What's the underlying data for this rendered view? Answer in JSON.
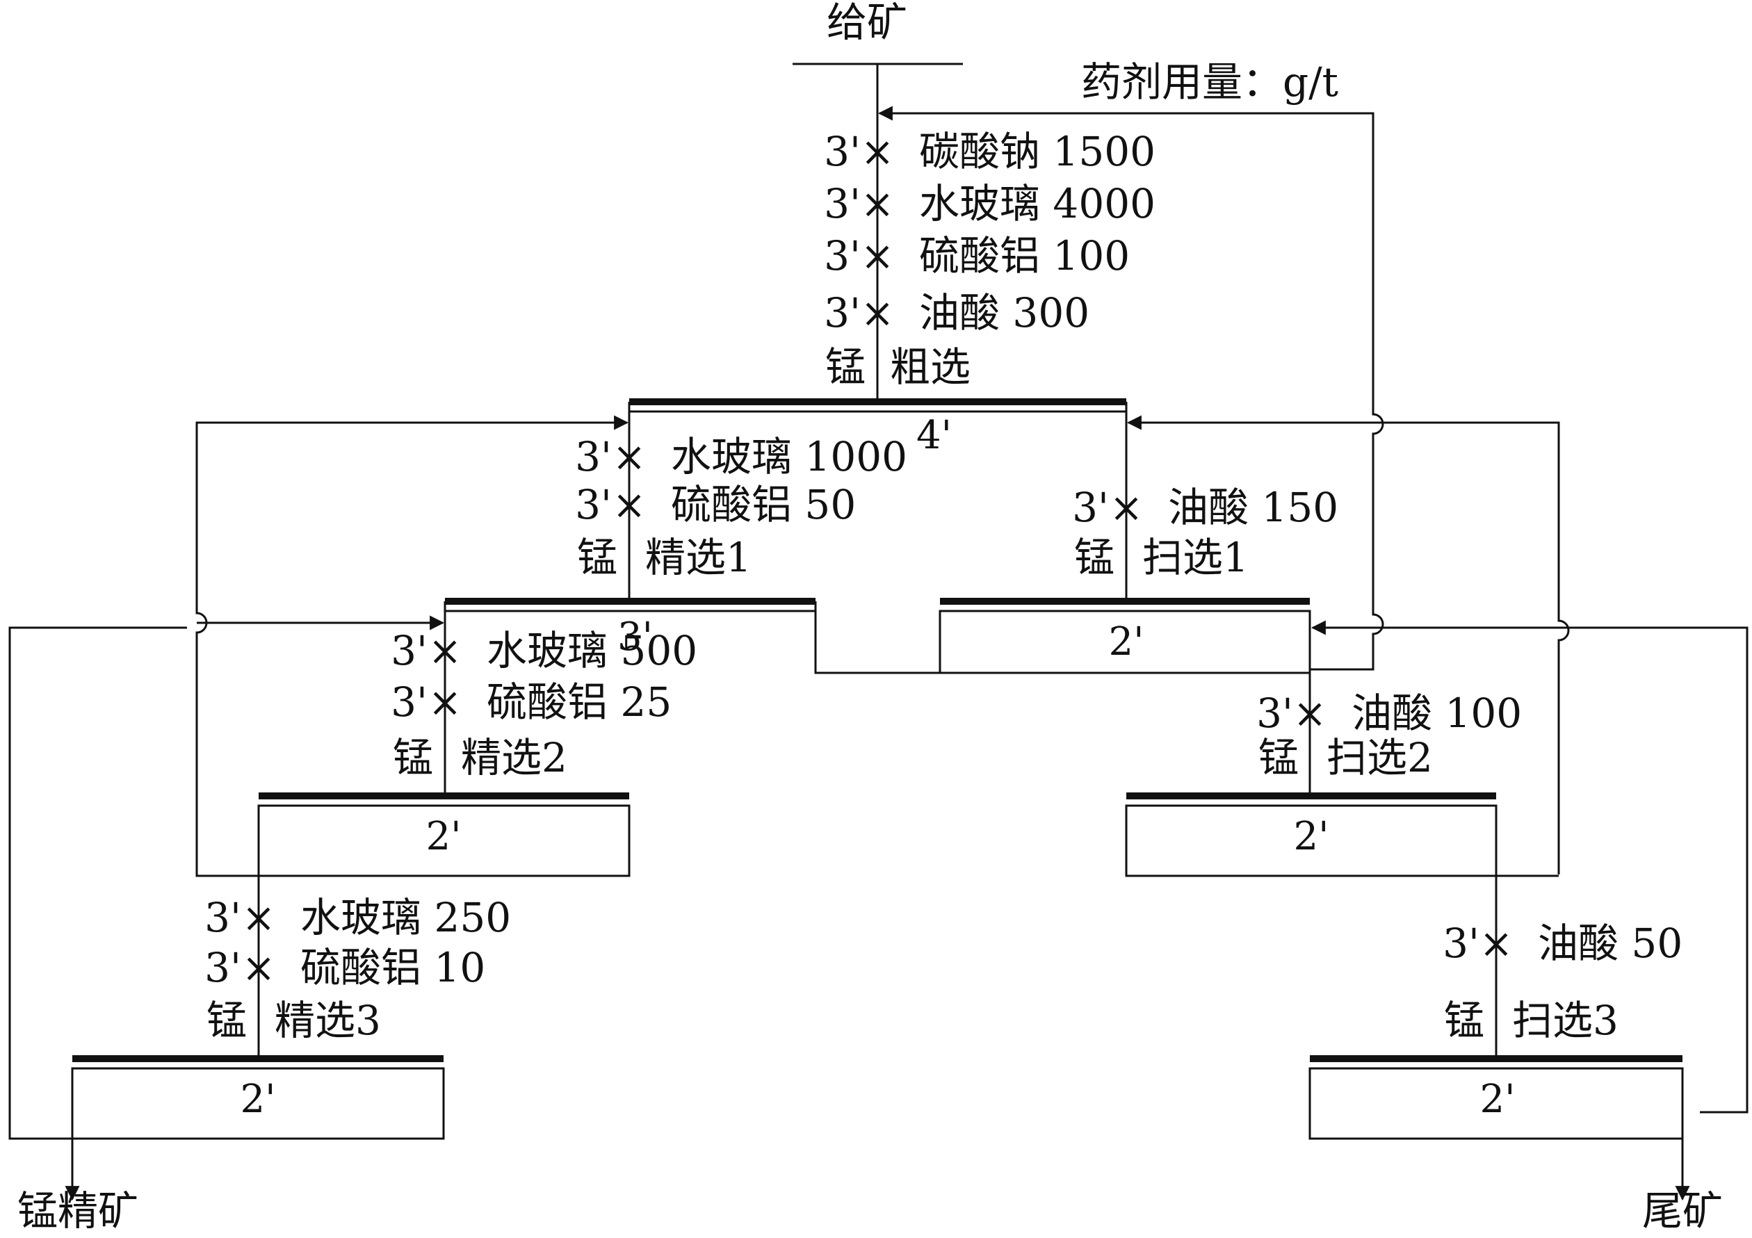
{
  "feed": "给矿",
  "reagent_unit": "药剂用量：g/t",
  "concentrate": "锰精矿",
  "tailings": "尾矿",
  "rougher": {
    "conditioning": [
      {
        "time": "3'",
        "reagent": "碳酸钠 1500"
      },
      {
        "time": "3'",
        "reagent": "水玻璃 4000"
      },
      {
        "time": "3'",
        "reagent": "硫酸铝 100"
      },
      {
        "time": "3'",
        "reagent": "油酸  300"
      }
    ],
    "mineral": "锰",
    "stage": "粗选",
    "flotation_time": "4'"
  },
  "cleaner1": {
    "conditioning": [
      {
        "time": "3'",
        "reagent": "水玻璃  1000"
      },
      {
        "time": "3'",
        "reagent": "硫酸铝  50"
      }
    ],
    "mineral": "锰",
    "stage": "精选1",
    "flotation_time": "3'"
  },
  "cleaner2": {
    "conditioning": [
      {
        "time": "3'",
        "reagent": "水玻璃  500"
      },
      {
        "time": "3'",
        "reagent": "硫酸铝  25"
      }
    ],
    "mineral": "锰",
    "stage": "精选2",
    "flotation_time": "2'"
  },
  "cleaner3": {
    "conditioning": [
      {
        "time": "3'",
        "reagent": "水玻璃  250"
      },
      {
        "time": "3'",
        "reagent": "硫酸铝  10"
      }
    ],
    "mineral": "锰",
    "stage": "精选3",
    "flotation_time": "2'"
  },
  "scavenger1": {
    "conditioning": [
      {
        "time": "3'",
        "reagent": "油酸 150"
      }
    ],
    "mineral": "锰",
    "stage": "扫选1",
    "flotation_time": "2'"
  },
  "scavenger2": {
    "conditioning": [
      {
        "time": "3'",
        "reagent": "油酸  100"
      }
    ],
    "mineral": "锰",
    "stage": "扫选2",
    "flotation_time": "2'"
  },
  "scavenger3": {
    "conditioning": [
      {
        "time": "3'",
        "reagent": "油酸  50"
      }
    ],
    "mineral": "锰",
    "stage": "扫选3",
    "flotation_time": "2'"
  }
}
